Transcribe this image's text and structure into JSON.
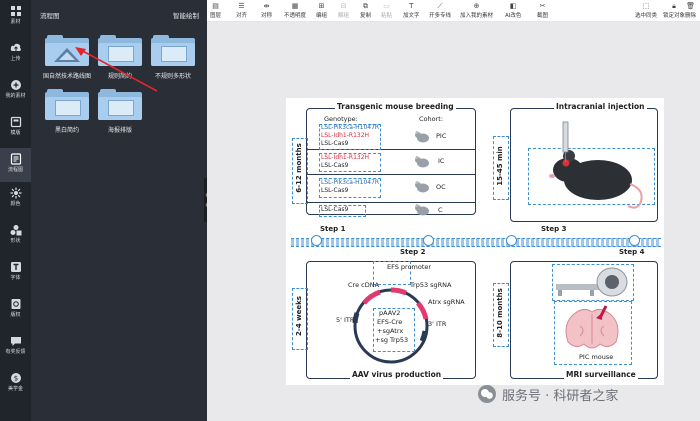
{
  "rail": {
    "items": [
      {
        "label": "素材",
        "icon": "material-icon"
      },
      {
        "label": "上传",
        "icon": "cloud-upload-icon"
      },
      {
        "label": "我的素材",
        "icon": "add-circle-icon"
      },
      {
        "label": "模版",
        "icon": "template-icon"
      },
      {
        "label": "流程图",
        "icon": "flowchart-icon",
        "active": true
      },
      {
        "label": "颜色",
        "icon": "palette-icon"
      },
      {
        "label": "形状",
        "icon": "shapes-icon"
      },
      {
        "label": "字体",
        "icon": "font-icon"
      },
      {
        "label": "版权",
        "icon": "copyright-icon"
      },
      {
        "label": "有奖反馈",
        "icon": "feedback-icon"
      },
      {
        "label": "美学金",
        "icon": "coin-icon"
      }
    ]
  },
  "panel": {
    "title": "流程图",
    "action": "智能绘制",
    "folders": [
      {
        "label": "国自然技术路线图"
      },
      {
        "label": "规则简约"
      },
      {
        "label": "不规则多形状"
      },
      {
        "label": "黑白简约"
      },
      {
        "label": "海报排版"
      }
    ]
  },
  "toolbar": {
    "items": [
      {
        "label": "图层",
        "icon": "layers-icon"
      },
      {
        "label": "对齐",
        "icon": "align-icon"
      },
      {
        "label": "对称",
        "icon": "symmetry-icon"
      },
      {
        "label": "不透明度",
        "icon": "opacity-icon"
      },
      {
        "label": "编组",
        "icon": "group-icon"
      },
      {
        "label": "解组",
        "icon": "ungroup-icon",
        "disabled": true
      },
      {
        "label": "复制",
        "icon": "copy-icon"
      },
      {
        "label": "粘贴",
        "icon": "paste-icon",
        "disabled": true
      },
      {
        "label": "加文字",
        "icon": "text-icon"
      },
      {
        "label": "开多专线",
        "icon": "line-icon"
      },
      {
        "label": "加入我的素材",
        "icon": "add-material-icon"
      },
      {
        "label": "AI改色",
        "icon": "ai-color-icon"
      },
      {
        "label": "截图",
        "icon": "screenshot-icon"
      },
      {
        "label": "选中同类",
        "icon": "select-same-icon"
      },
      {
        "label": "锁定对象",
        "icon": "lock-icon"
      },
      {
        "label": "删除",
        "icon": "delete-icon"
      }
    ]
  },
  "figure": {
    "sections": {
      "breeding": "Transgenic mouse breeding",
      "injection": "Intracranial injection",
      "virus": "AAV virus production",
      "mri": "MRI surveillance"
    },
    "genotype_header": "Genotype:",
    "cohort_header": "Cohort:",
    "rows": [
      {
        "lines": [
          "LSL-Pik3ca-H1047R",
          "LSL-Idh1-R132H",
          "LSL-Cas9"
        ],
        "cohort": "PIC"
      },
      {
        "lines": [
          "LSL-Idh1-R132H",
          "LSL-Cas9"
        ],
        "cohort": "IC"
      },
      {
        "lines": [
          "LSL-Pik3ca-H1047R",
          "LSL-Cas9"
        ],
        "cohort": "OC"
      },
      {
        "lines": [
          "LSL-Cas9"
        ],
        "cohort": "C"
      }
    ],
    "durations": {
      "breeding": "6-12 months",
      "injection": "15-45 min",
      "virus": "2-4 weeks",
      "mri": "8-10 months"
    },
    "steps": [
      "Step 1",
      "Step 2",
      "Step 3",
      "Step 4"
    ],
    "plasmid": {
      "promoter": "EFS promoter",
      "cre": "Cre cDNA",
      "trp53": "Trp53 sgRNA",
      "atrx": "Atrx sgRNA",
      "itr5": "5' ITR",
      "itr3": "3' ITR",
      "center": [
        "pAAV2",
        "EFS-Cre",
        "+sgAtrx",
        "+sg Trp53"
      ]
    },
    "pic_mouse": "PIC mouse"
  },
  "watermark": "服务号 · 科研者之家"
}
